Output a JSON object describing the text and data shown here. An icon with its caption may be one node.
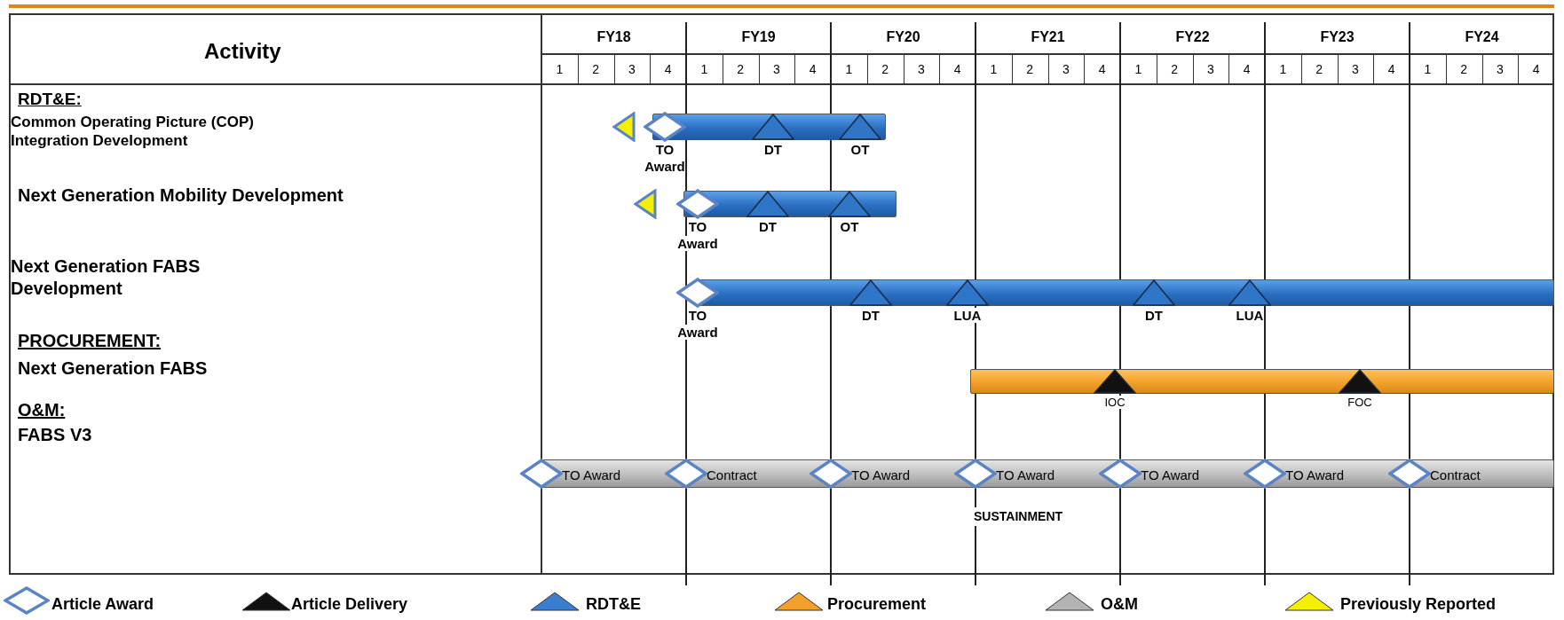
{
  "diagram": {
    "nodes": [
      {
        "text": [],
        "shape": "bar",
        "beside": [
          "TO Award",
          "DT",
          "OT"
        ]
      },
      {
        "text": [],
        "shape": "bar",
        "beside": [
          "TO Award",
          "DT",
          "OT"
        ]
      },
      {
        "text": [],
        "shape": "bar",
        "beside": [
          "TO Award",
          "DT",
          "LUA",
          "DT",
          "LUA"
        ]
      },
      {
        "text": [],
        "shape": "bar",
        "beside": [
          "IOC",
          "FOC"
        ]
      },
      {
        "text": [
          "TO Award",
          "Contract",
          "TO Award",
          "TO Award",
          "TO Award",
          "TO Award",
          "Contract"
        ]
      }
    ],
    "edges": [],
    "labels": [
      "Activity",
      "FY18",
      "FY19",
      "FY20",
      "FY21",
      "FY22",
      "FY23",
      "FY24",
      "1",
      "2",
      "3",
      "4",
      "1",
      "2",
      "3",
      "4",
      "1",
      "2",
      "3",
      "4",
      "1",
      "2",
      "3",
      "4",
      "1",
      "2",
      "3",
      "4",
      "1",
      "2",
      "3",
      "4",
      "1",
      "2",
      "3",
      "4",
      "RDT&E:",
      "Common Operating Picture (COP) Integration Development",
      "Next Generation Mobility Development",
      "Next Generation FABS Development",
      "PROCUREMENT:",
      "Next Generation FABS",
      "O&M:",
      "FABS V3",
      "SUSTAINMENT"
    ],
    "legend": [
      {
        "text": "Article Award"
      },
      {
        "text": "Article Delivery"
      },
      {
        "text": "RDT&E"
      },
      {
        "text": "Procurement"
      },
      {
        "text": "O&M"
      },
      {
        "text": "Previously Reported"
      }
    ]
  }
}
